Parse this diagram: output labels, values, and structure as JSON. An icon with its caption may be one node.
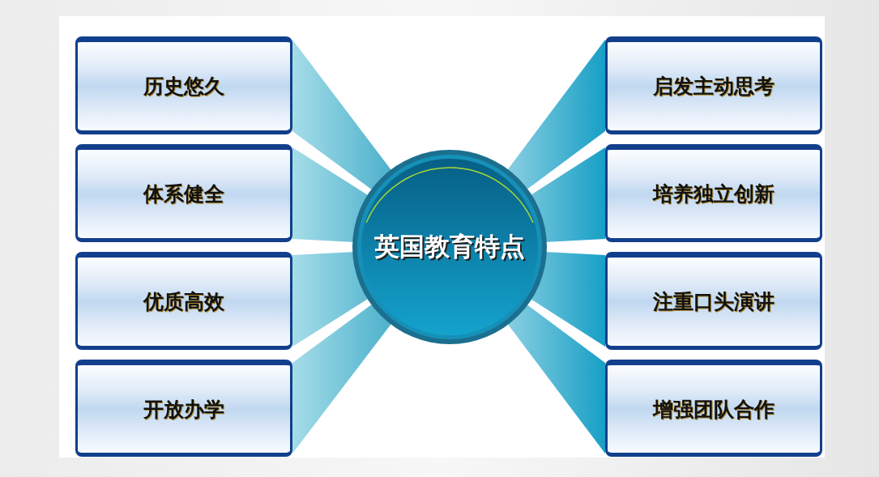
{
  "diagram": {
    "nodes": [
      {
        "text": [
          "英国教育特点"
        ]
      },
      {
        "text": [
          "历史悠久"
        ]
      },
      {
        "text": [
          "体系健全"
        ]
      },
      {
        "text": [
          "优质高效"
        ]
      },
      {
        "text": [
          "开放办学"
        ]
      },
      {
        "text": [
          "启发主动思考"
        ]
      },
      {
        "text": [
          "培养独立创新"
        ]
      },
      {
        "text": [
          "注重口头演讲"
        ]
      },
      {
        "text": [
          "增强团队合作"
        ]
      }
    ],
    "edges": [
      {
        "from": 0,
        "to": 1,
        "arrow": "none"
      },
      {
        "from": 0,
        "to": 2,
        "arrow": "none"
      },
      {
        "from": 0,
        "to": 3,
        "arrow": "none"
      },
      {
        "from": 0,
        "to": 4,
        "arrow": "none"
      },
      {
        "from": 0,
        "to": 5,
        "arrow": "none"
      },
      {
        "from": 0,
        "to": 6,
        "arrow": "none"
      },
      {
        "from": 0,
        "to": 7,
        "arrow": "none"
      },
      {
        "from": 0,
        "to": 8,
        "arrow": "none"
      }
    ]
  }
}
